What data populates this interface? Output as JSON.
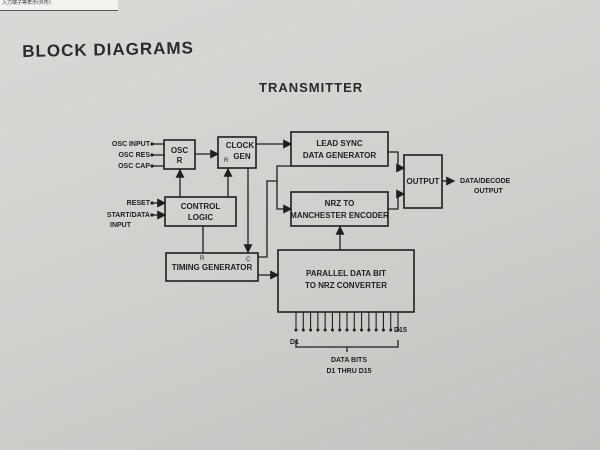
{
  "header_stamp": "入力端子等表示(外形)",
  "section_title": "BLOCK DIAGRAMS",
  "diagram_title": "TRANSMITTER",
  "blocks": {
    "osc": [
      "OSC",
      "R"
    ],
    "clock_gen": [
      "CLOCK",
      "GEN"
    ],
    "clock_gen_pin": "R",
    "control_logic": [
      "CONTROL",
      "LOGIC"
    ],
    "timing_generator": "TIMING GENERATOR",
    "timing_pin_r": "R",
    "timing_pin_c": "C",
    "lead_sync": [
      "LEAD SYNC",
      "DATA GENERATOR"
    ],
    "nrz_manchester": [
      "NRZ TO",
      "MANCHESTER ENCODER"
    ],
    "output": "OUTPUT",
    "parallel_converter": [
      "PARALLEL DATA BIT",
      "TO NRZ CONVERTER"
    ]
  },
  "inputs": {
    "osc_input": "OSC INPUT",
    "osc_res": "OSC RES",
    "osc_cap": "OSC CAP",
    "reset": "RESET",
    "start_data": [
      "START/DATA",
      "INPUT"
    ]
  },
  "outputs": {
    "data_decode": [
      "DATA/DECODE",
      "OUTPUT"
    ]
  },
  "data_bits": {
    "first": "D1",
    "last": "D15",
    "caption": [
      "DATA BITS",
      "D1 THRU D15"
    ]
  }
}
